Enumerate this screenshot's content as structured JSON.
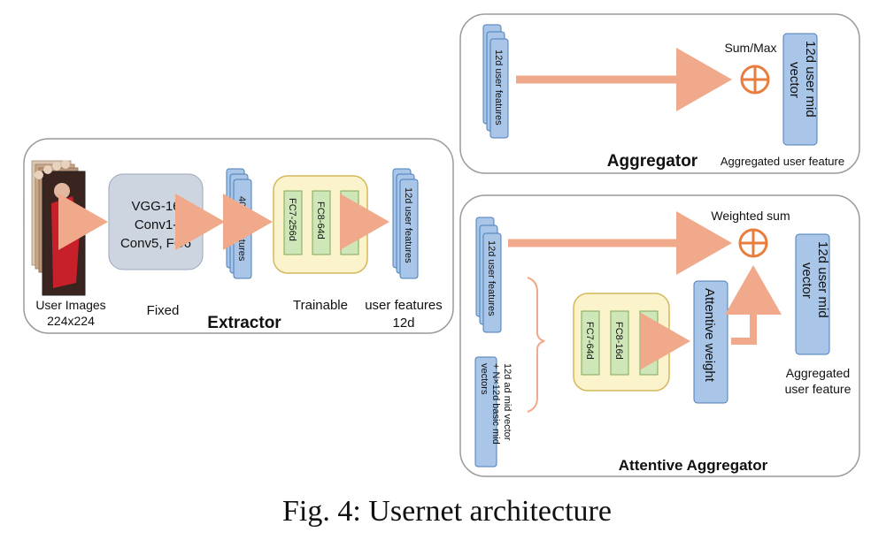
{
  "extractor": {
    "title": "Extractor",
    "input_label": [
      "User Images",
      "224x224"
    ],
    "vgg_block": [
      "VGG-16",
      "Conv1-",
      "Conv5, FC6"
    ],
    "fixed_label": "Fixed",
    "features_4096": "4096d features",
    "fc_layers": [
      "FC7-256d",
      "FC8-64d",
      "FC9-12d"
    ],
    "trainable_label": "Trainable",
    "features_12d": "12d user features",
    "output_label": [
      "user features",
      "12d"
    ]
  },
  "aggregator": {
    "title": "Aggregator",
    "features_12d": "12d user features",
    "op_label": "Sum/Max",
    "mid_vector": [
      "12d user mid",
      "vector"
    ],
    "output_label": "Aggregated user feature"
  },
  "attentive_aggregator": {
    "title": "Attentive Aggregator",
    "features_12d": "12d user features",
    "ad_input": [
      "12d ad mid vector",
      "+ N×12d basic mid",
      "vectors"
    ],
    "fc_layers": [
      "FC7-64d",
      "FC8-16d",
      "FC9-1d"
    ],
    "attentive_weight": "Attentive weight",
    "op_label": "Weighted sum",
    "mid_vector": [
      "12d user mid",
      "vector"
    ],
    "output_label": [
      "Aggregated",
      "user feature"
    ]
  },
  "caption": "Fig. 4: Usernet architecture",
  "colors": {
    "stack_blue": "#a9c6e8",
    "stack_border": "#4a7eb8",
    "yellow_fill": "#fbf3cb",
    "yellow_border": "#d4b85a",
    "green_fill": "#cfe6b8",
    "green_border": "#7fa85a",
    "vgg_fill": "#cdd5e0",
    "arrow_orange": "#f0a98a",
    "plus_orange": "#e87d3e"
  }
}
